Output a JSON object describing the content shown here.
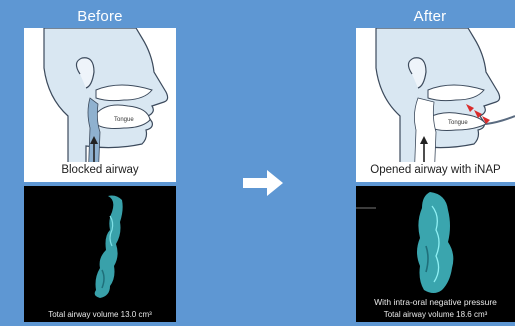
{
  "before": {
    "title": "Before",
    "caption": "Blocked airway",
    "tongue_label": "Tongue",
    "scan_caption": "Total airway volume 13.0 cm³"
  },
  "after": {
    "title": "After",
    "caption": "Opened airway with iNAP",
    "tongue_label": "Tongue",
    "scan_caption_line1": "With intra-oral negative pressure",
    "scan_caption_line2": "Total airway volume 18.6 cm³"
  },
  "colors": {
    "background": "#5e97d3",
    "airway_3d": "#3fb3bd",
    "arrow": "#ffffff",
    "anatomy_fill": "#d9e7f2",
    "pressure_arrows": "#d92b2b"
  },
  "icons": {
    "transition": "right-arrow-icon",
    "pointer": "up-arrow-icon"
  }
}
